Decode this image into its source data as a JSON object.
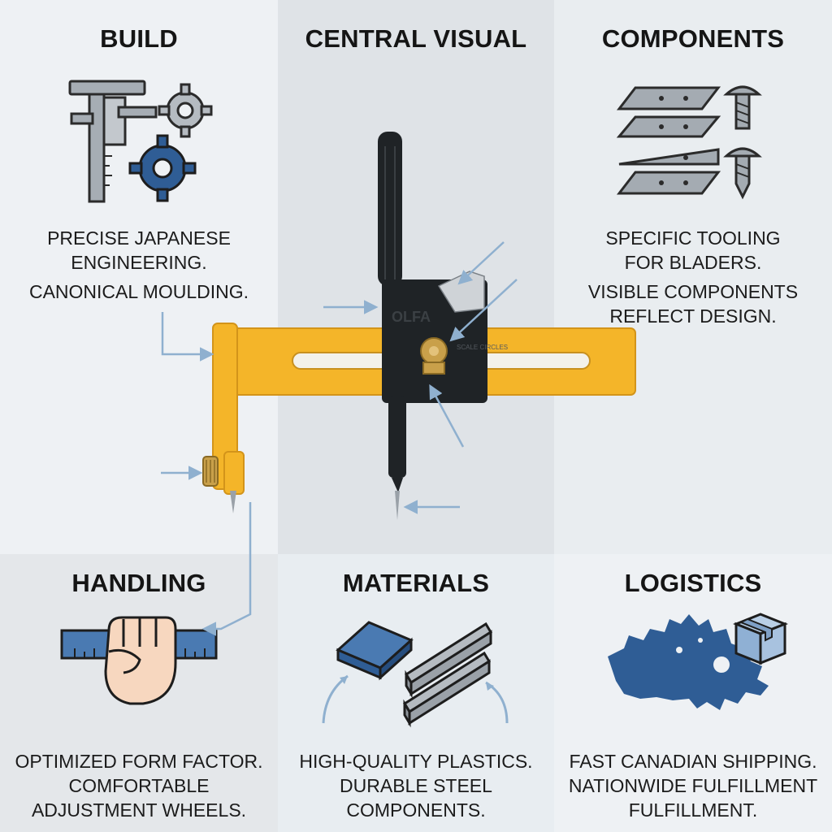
{
  "sections": {
    "build": {
      "title": "BUILD",
      "lines": [
        "PRECISE JAPANESE",
        "ENGINEERING.",
        "CANONICAL MOULDING."
      ]
    },
    "central": {
      "title": "CENTRAL VISUAL",
      "product": {
        "brand": "OLFA",
        "scale_text": "SCALE CIRCLES",
        "colors": {
          "arm": "#f4b529",
          "body": "#1f2326",
          "brass": "#c9a04a"
        }
      }
    },
    "components": {
      "title": "COMPONENTS",
      "lines": [
        "SPECIFIC TOOLING",
        "FOR BLADERS.",
        "VISIBLE COMPONENTS",
        "REFLECT DESIGN."
      ]
    },
    "handling": {
      "title": "HANDLING",
      "lines": [
        "OPTIMIZED FORM FACTOR.",
        "COMFORTABLE",
        "ADJUSTMENT WHEELS."
      ]
    },
    "materials": {
      "title": "MATERIALS",
      "lines": [
        "HIGH-QUALITY PLASTICS.",
        "DURABLE STEEL",
        "COMPONENTS."
      ]
    },
    "logistics": {
      "title": "LOGISTICS",
      "lines": [
        "FAST CANADIAN SHIPPING.",
        "NATIONWIDE FULFILLMENT",
        "FULFILLMENT."
      ]
    }
  },
  "icons": {
    "build": [
      "caliper-icon",
      "gear-icon"
    ],
    "components": [
      "blade-icon",
      "screw-icon"
    ],
    "handling": [
      "hand-ruler-icon"
    ],
    "materials": [
      "plastic-block-icon",
      "steel-bar-icon"
    ],
    "logistics": [
      "canada-map-icon",
      "package-icon"
    ]
  },
  "colors": {
    "accent_blue": "#2f5d95",
    "steel_gray": "#9aa1a8",
    "callout_arrow": "#8fb0cf",
    "skin": "#f7d7bf"
  }
}
